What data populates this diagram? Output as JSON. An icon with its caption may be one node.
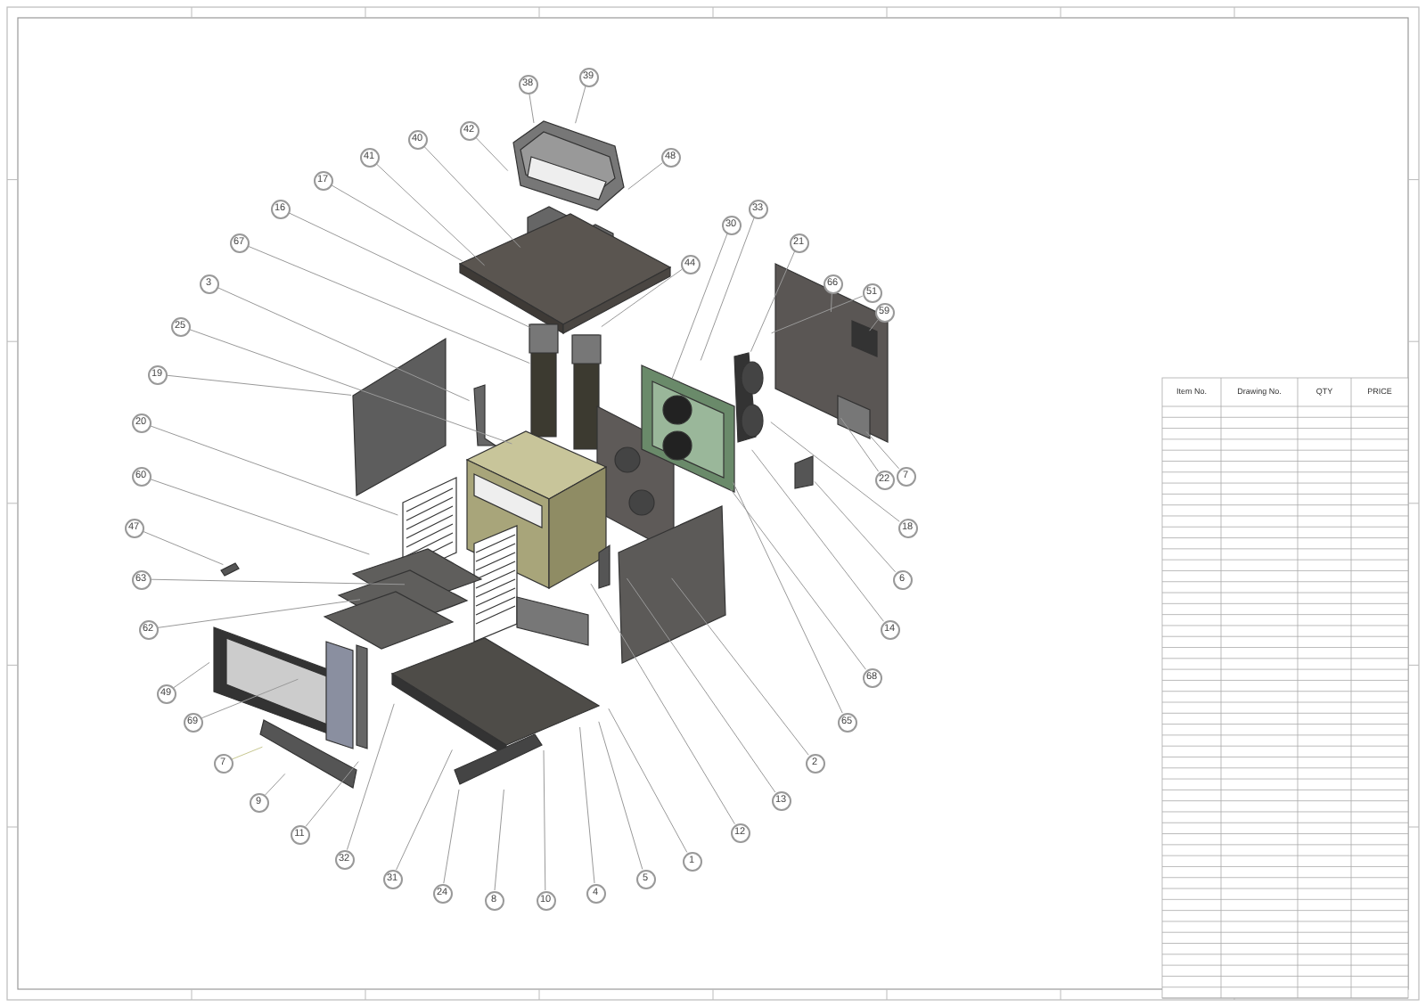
{
  "diagram": {
    "nodes": [
      {
        "text": [
          "38"
        ]
      },
      {
        "text": [
          "39"
        ]
      },
      {
        "text": [
          "42"
        ]
      },
      {
        "text": [
          "40"
        ]
      },
      {
        "text": [
          "41"
        ]
      },
      {
        "text": [
          "17"
        ]
      },
      {
        "text": [
          "16"
        ]
      },
      {
        "text": [
          "67"
        ]
      },
      {
        "text": [
          "3"
        ]
      },
      {
        "text": [
          "25"
        ]
      },
      {
        "text": [
          "19"
        ]
      },
      {
        "text": [
          "20"
        ]
      },
      {
        "text": [
          "60"
        ]
      },
      {
        "text": [
          "47"
        ]
      },
      {
        "text": [
          "63"
        ]
      },
      {
        "text": [
          "62"
        ]
      },
      {
        "text": [
          "49"
        ]
      },
      {
        "text": [
          "69"
        ]
      },
      {
        "text": [
          "7"
        ]
      },
      {
        "text": [
          "9"
        ]
      },
      {
        "text": [
          "11"
        ]
      },
      {
        "text": [
          "32"
        ]
      },
      {
        "text": [
          "31"
        ]
      },
      {
        "text": [
          "24"
        ]
      },
      {
        "text": [
          "8"
        ]
      },
      {
        "text": [
          "10"
        ]
      },
      {
        "text": [
          "4"
        ]
      },
      {
        "text": [
          "5"
        ]
      },
      {
        "text": [
          "1"
        ]
      },
      {
        "text": [
          "12"
        ]
      },
      {
        "text": [
          "13"
        ]
      },
      {
        "text": [
          "2"
        ]
      },
      {
        "text": [
          "65"
        ]
      },
      {
        "text": [
          "68"
        ]
      },
      {
        "text": [
          "14"
        ]
      },
      {
        "text": [
          "6"
        ]
      },
      {
        "text": [
          "18"
        ]
      },
      {
        "text": [
          "22"
        ]
      },
      {
        "text": [
          "7"
        ]
      },
      {
        "text": [
          "59"
        ]
      },
      {
        "text": [
          "51"
        ]
      },
      {
        "text": [
          "66"
        ]
      },
      {
        "text": [
          "21"
        ]
      },
      {
        "text": [
          "33"
        ]
      },
      {
        "text": [
          "30"
        ]
      },
      {
        "text": [
          "44"
        ]
      },
      {
        "text": [
          "48"
        ]
      }
    ],
    "edges": [
      {
        "from": 0,
        "to": null,
        "arrow": "none"
      },
      {
        "from": 1,
        "to": null,
        "arrow": "none"
      },
      {
        "from": 2,
        "to": null,
        "arrow": "none"
      },
      {
        "from": 3,
        "to": null,
        "arrow": "none"
      },
      {
        "from": 4,
        "to": null,
        "arrow": "none"
      },
      {
        "from": 5,
        "to": null,
        "arrow": "none"
      },
      {
        "from": 6,
        "to": null,
        "arrow": "none"
      },
      {
        "from": 7,
        "to": null,
        "arrow": "none"
      },
      {
        "from": 8,
        "to": null,
        "arrow": "none"
      },
      {
        "from": 9,
        "to": null,
        "arrow": "none"
      },
      {
        "from": 10,
        "to": null,
        "arrow": "none"
      },
      {
        "from": 11,
        "to": null,
        "arrow": "none"
      },
      {
        "from": 12,
        "to": null,
        "arrow": "none"
      },
      {
        "from": 13,
        "to": null,
        "arrow": "none"
      },
      {
        "from": 14,
        "to": null,
        "arrow": "none"
      },
      {
        "from": 15,
        "to": null,
        "arrow": "none"
      },
      {
        "from": 16,
        "to": null,
        "arrow": "none"
      },
      {
        "from": 17,
        "to": null,
        "arrow": "none"
      },
      {
        "from": 18,
        "to": null,
        "arrow": "none",
        "color": "#c8c890"
      },
      {
        "from": 19,
        "to": null,
        "arrow": "none"
      },
      {
        "from": 20,
        "to": null,
        "arrow": "none"
      },
      {
        "from": 21,
        "to": null,
        "arrow": "none"
      },
      {
        "from": 22,
        "to": null,
        "arrow": "none"
      },
      {
        "from": 23,
        "to": null,
        "arrow": "none"
      },
      {
        "from": 24,
        "to": null,
        "arrow": "none"
      },
      {
        "from": 25,
        "to": null,
        "arrow": "none"
      },
      {
        "from": 26,
        "to": null,
        "arrow": "none"
      },
      {
        "from": 27,
        "to": null,
        "arrow": "none"
      },
      {
        "from": 28,
        "to": null,
        "arrow": "none"
      },
      {
        "from": 29,
        "to": null,
        "arrow": "none"
      },
      {
        "from": 30,
        "to": null,
        "arrow": "none"
      },
      {
        "from": 31,
        "to": null,
        "arrow": "none"
      },
      {
        "from": 32,
        "to": null,
        "arrow": "none"
      },
      {
        "from": 33,
        "to": null,
        "arrow": "none"
      },
      {
        "from": 34,
        "to": null,
        "arrow": "none"
      },
      {
        "from": 35,
        "to": null,
        "arrow": "none"
      },
      {
        "from": 36,
        "to": null,
        "arrow": "none"
      },
      {
        "from": 37,
        "to": null,
        "arrow": "none"
      },
      {
        "from": 38,
        "to": null,
        "arrow": "none"
      },
      {
        "from": 39,
        "to": null,
        "arrow": "none"
      },
      {
        "from": 40,
        "to": null,
        "arrow": "none"
      },
      {
        "from": 41,
        "to": null,
        "arrow": "none"
      },
      {
        "from": 42,
        "to": null,
        "arrow": "none"
      },
      {
        "from": 43,
        "to": null,
        "arrow": "none"
      },
      {
        "from": 44,
        "to": null,
        "arrow": "none"
      },
      {
        "from": 45,
        "to": null,
        "arrow": "none"
      },
      {
        "from": 46,
        "to": null,
        "arrow": "none"
      }
    ],
    "labels": [
      "Item No.",
      "Drawing No.",
      "QTY",
      "PRICE"
    ]
  }
}
